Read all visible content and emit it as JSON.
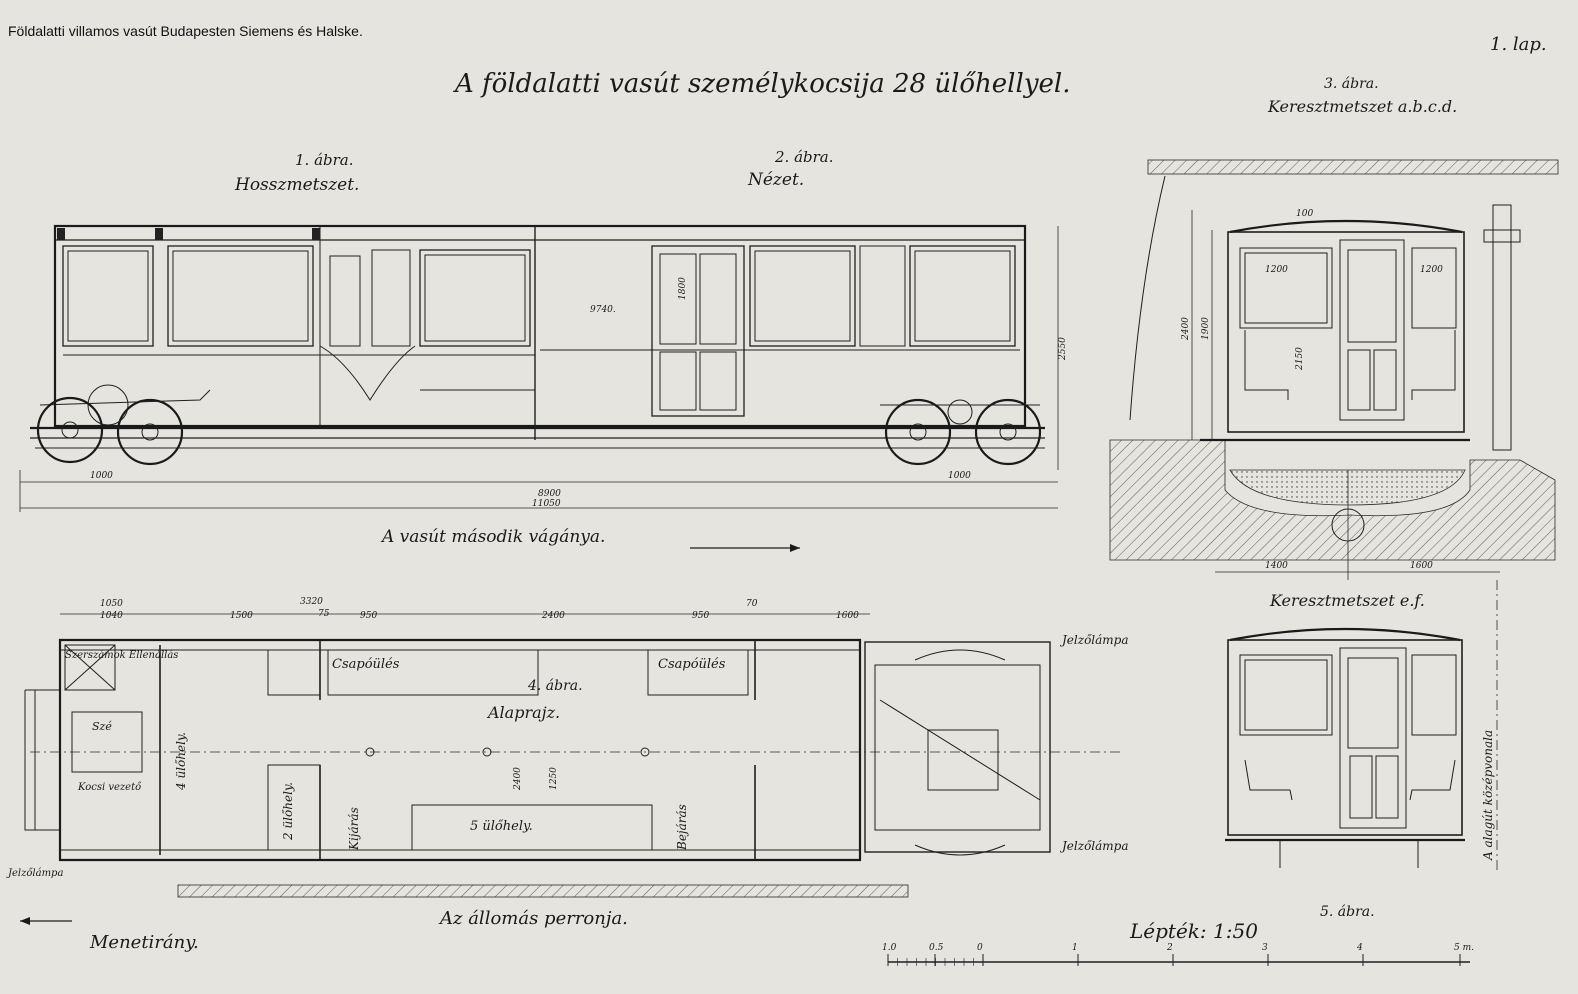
{
  "header": {
    "left_caption": "Földalatti villamos vasút Budapesten Siemens és Halske.",
    "sheet_number": "1. lap.",
    "title": "A földalatti vasút személykocsija 28 ülőhellyel."
  },
  "figures": {
    "fig1": {
      "number": "1. ábra.",
      "name": "Hosszmetszet."
    },
    "fig2": {
      "number": "2. ábra.",
      "name": "Nézet."
    },
    "fig3": {
      "number": "3. ábra.",
      "name": "Keresztmetszet a.b.c.d."
    },
    "fig4": {
      "number": "4. ábra.",
      "name": "Alaprajz."
    },
    "fig5": {
      "number": "5. ábra.",
      "name": "Keresztmetszet e.f."
    }
  },
  "labels": {
    "second_frame": "A vasút második vágánya.",
    "platform": "Az állomás perronja.",
    "direction": "Menetirány.",
    "scale": "Lépték: 1:50",
    "tunnel_axis": "A alagút középvonala",
    "seat_folding_1": "Csapóülés",
    "seat_folding_2": "Csapóülés",
    "seats_5": "5 ülőhely.",
    "seats_4": "4 ülőhely.",
    "seats_2": "2 ülőhely.",
    "exit": "Kijárás",
    "entry": "Bejárás",
    "driver": "Kocsi vezető",
    "reg": "Szé",
    "resistors": "Szerszámok Ellenállás",
    "signal_lamp_1": "Jelzőlámpa",
    "signal_lamp_2": "Jelzőlámpa",
    "signal_lamp_3": "Jelzőlámpa"
  },
  "dimensions": {
    "d_9740": "9740.",
    "d_1800": "1800",
    "d_2550": "2550",
    "d_1000a": "1000",
    "d_1000b": "1000",
    "d_8900": "8900",
    "d_11050": "11050",
    "d_1200a": "1200",
    "d_1200b": "1200",
    "d_2400": "2400",
    "d_1900": "1900",
    "d_2150": "2150",
    "d_1400": "1400",
    "d_1600": "1600",
    "d_100": "100",
    "p_1050": "1050",
    "p_1040": "1040",
    "p_1500": "1500",
    "p_3320": "3320",
    "p_950a": "950",
    "p_2400": "2400",
    "p_950b": "950",
    "p_70": "70",
    "p_1600": "1600",
    "p_2400v": "2400",
    "p_1250": "1250",
    "p_75": "75"
  },
  "scale_ticks": [
    "1.0",
    "0.5",
    "0",
    "1",
    "2",
    "3",
    "4",
    "5 m."
  ]
}
